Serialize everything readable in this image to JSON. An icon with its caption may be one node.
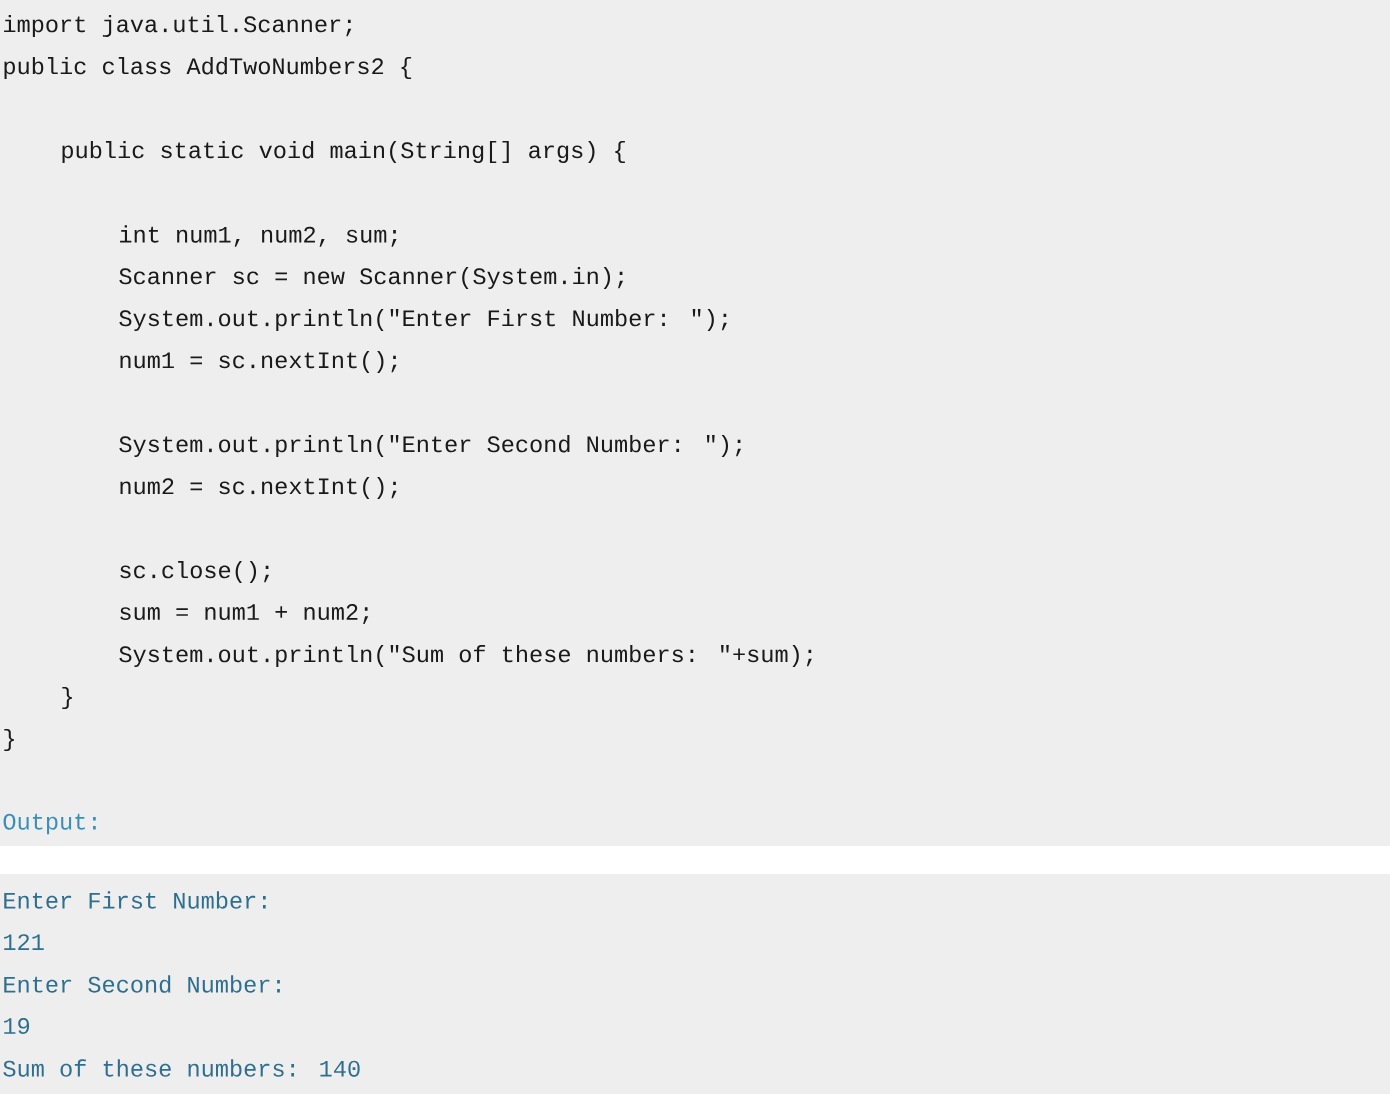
{
  "diagram": {
    "labels": [
      "import java.util.Scanner;",
      "public class AddTwoNumbers2 {",
      "public static void main(String[] args) {",
      "int num1, num2, sum;",
      "Scanner sc = new Scanner(System.in);",
      "System.out.println(\"Enter First Number: \");",
      "num1 = sc.nextInt();",
      "System.out.println(\"Enter Second Number: \");",
      "num2 = sc.nextInt();",
      "sc.close();",
      "sum = num1 + num2;",
      "System.out.println(\"Sum of these numbers: \"+sum);",
      "}",
      "}",
      "Output:",
      "Enter First Number:",
      "121",
      "Enter Second Number:",
      "19",
      "Sum of these numbers: 140"
    ]
  }
}
